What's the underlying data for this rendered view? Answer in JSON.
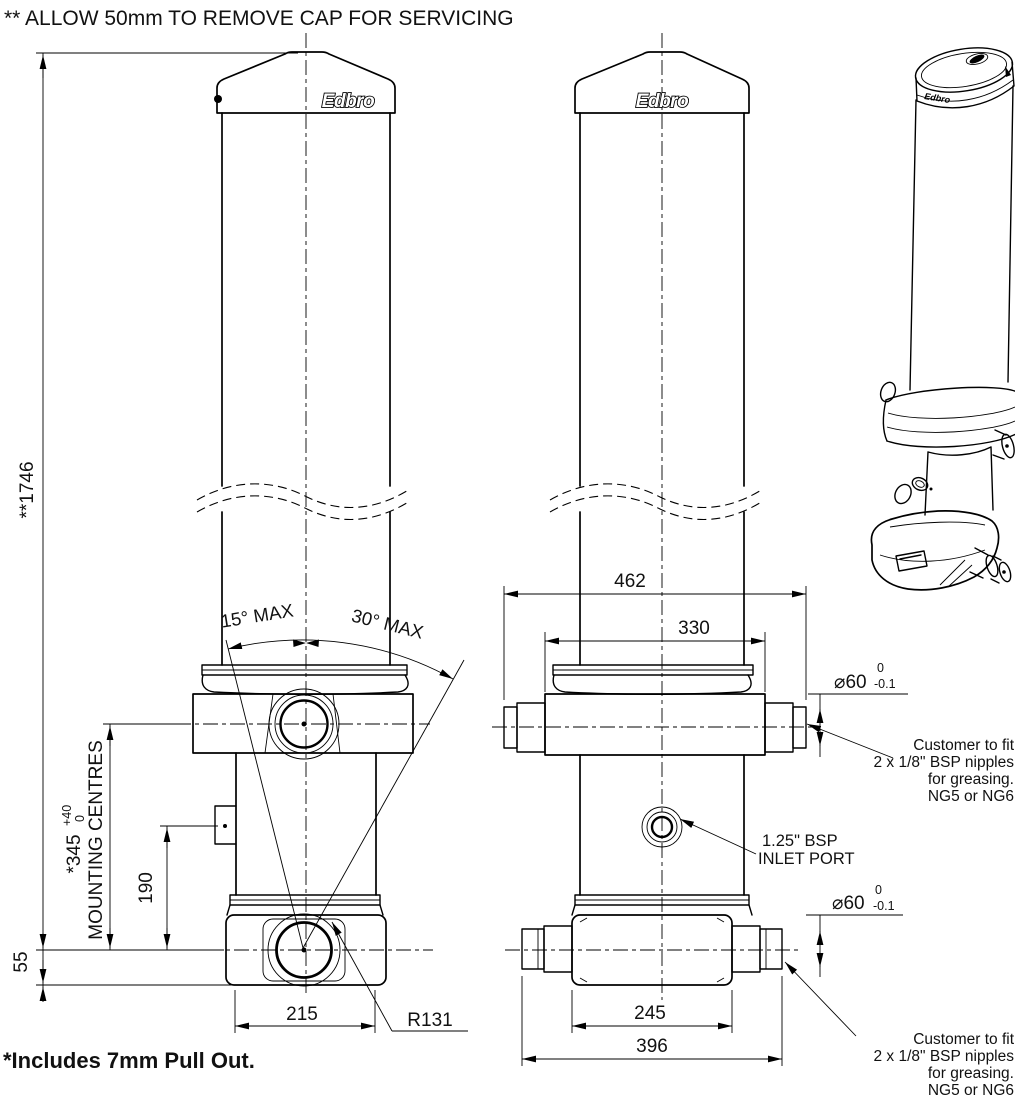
{
  "notes": {
    "servicing": "** ALLOW 50mm TO REMOVE CAP FOR SERVICING",
    "pull_out": "*Includes 7mm Pull Out."
  },
  "brand": {
    "logo": "Edbro"
  },
  "dims": {
    "overall": "**1746",
    "mount_val": "*345",
    "mount_tol_up": "+40",
    "mount_tol_dn": "0",
    "mount_label": "MOUNTING CENTRES",
    "d190": "190",
    "d55": "55",
    "d215": "215",
    "r131": "R131",
    "d462": "462",
    "d330": "330",
    "d245": "245",
    "d396": "396",
    "a15": "15° MAX",
    "a30": "30° MAX",
    "dia": "⌀60",
    "dia_tol_up": "0",
    "dia_tol_dn": "-0.1"
  },
  "callouts": {
    "inlet": [
      "1.25\" BSP",
      "INLET PORT"
    ],
    "grease": [
      "Customer to fit",
      "2 x 1/8\" BSP nipples",
      "for greasing.",
      "NG5 or NG6"
    ]
  }
}
